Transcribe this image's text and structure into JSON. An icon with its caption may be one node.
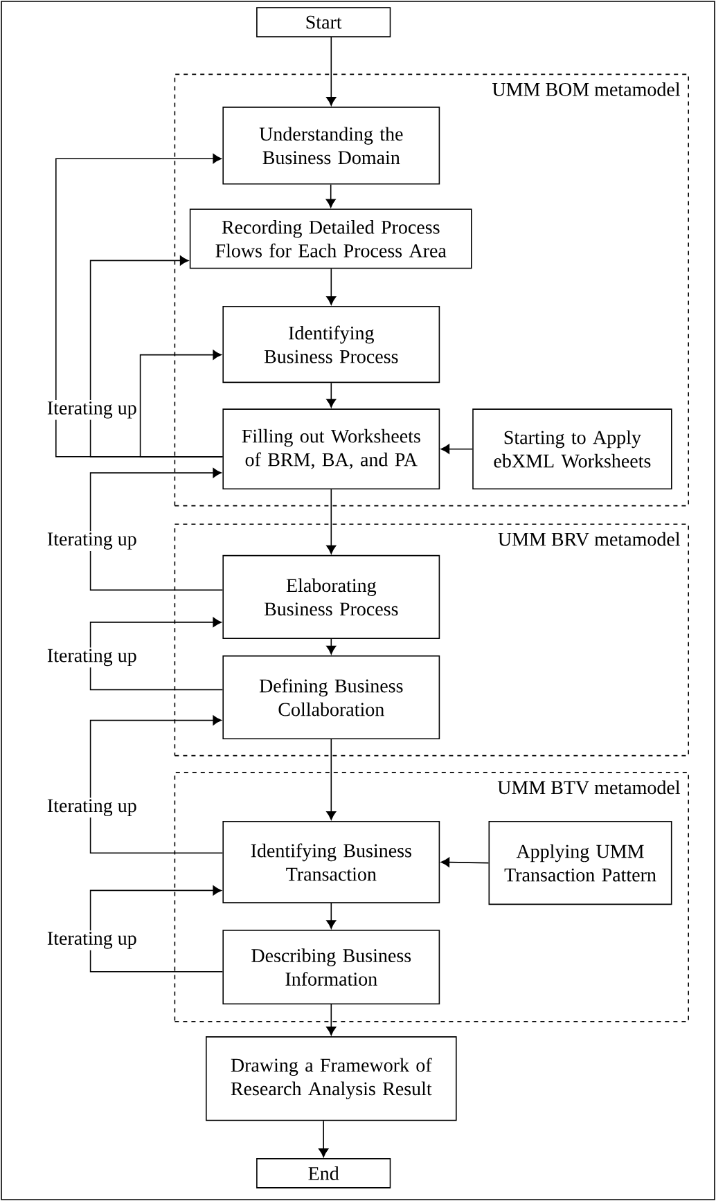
{
  "diagram": {
    "nodes": [
      {
        "text": [
          "Start"
        ]
      },
      {
        "text": [
          "UMM BOM metamodel"
        ]
      },
      {
        "text": [
          "Understanding the Business Domain"
        ],
        "in": 1
      },
      {
        "text": [
          "Recording Detailed Process Flows for Each Process Area"
        ],
        "in": 1
      },
      {
        "text": [
          "Identifying Business Process"
        ],
        "in": 1
      },
      {
        "text": [
          "Filling out Worksheets of BRM, BA, and PA"
        ],
        "in": 1
      },
      {
        "text": [
          "Starting to Apply ebXML Worksheets"
        ],
        "in": 1
      },
      {
        "text": [
          "UMM BRV metamodel"
        ]
      },
      {
        "text": [
          "Elaborating Business Process"
        ],
        "in": 7
      },
      {
        "text": [
          "Defining Business Collaboration"
        ],
        "in": 7
      },
      {
        "text": [
          "UMM BTV metamodel"
        ]
      },
      {
        "text": [
          "Identifying Business Transaction"
        ],
        "in": 10
      },
      {
        "text": [
          "Applying UMM Transaction Pattern"
        ],
        "in": 10
      },
      {
        "text": [
          "Describing Business Information"
        ],
        "in": 10
      },
      {
        "text": [
          "Drawing a Framework of Research Analysis Result"
        ]
      },
      {
        "text": [
          "End"
        ]
      }
    ],
    "edges": [
      {
        "from": 0,
        "to": 2,
        "arrow": "to"
      },
      {
        "from": 2,
        "to": 3,
        "arrow": "to"
      },
      {
        "from": 3,
        "to": 4,
        "arrow": "to"
      },
      {
        "from": 4,
        "to": 5,
        "arrow": "to"
      },
      {
        "from": 6,
        "to": 5,
        "arrow": "to"
      },
      {
        "from": 5,
        "to": 2,
        "arrow": "to"
      },
      {
        "from": 5,
        "to": 3,
        "arrow": "to"
      },
      {
        "from": 5,
        "to": 4,
        "arrow": "to"
      },
      {
        "from": 5,
        "to": 8,
        "arrow": "to"
      },
      {
        "from": 8,
        "to": 5,
        "arrow": "to"
      },
      {
        "from": 8,
        "to": 9,
        "arrow": "to"
      },
      {
        "from": 9,
        "to": 8,
        "arrow": "to"
      },
      {
        "from": 9,
        "to": 11,
        "arrow": "to"
      },
      {
        "from": 11,
        "to": 9,
        "arrow": "to"
      },
      {
        "from": 12,
        "to": 11,
        "arrow": "to"
      },
      {
        "from": 11,
        "to": 13,
        "arrow": "to"
      },
      {
        "from": 13,
        "to": 11,
        "arrow": "to"
      },
      {
        "from": 13,
        "to": 14,
        "arrow": "to"
      },
      {
        "from": 14,
        "to": 15,
        "arrow": "to"
      }
    ],
    "labels": [
      "Iterating up",
      "Iterating up",
      "Iterating up",
      "Iterating up",
      "Iterating up"
    ]
  }
}
